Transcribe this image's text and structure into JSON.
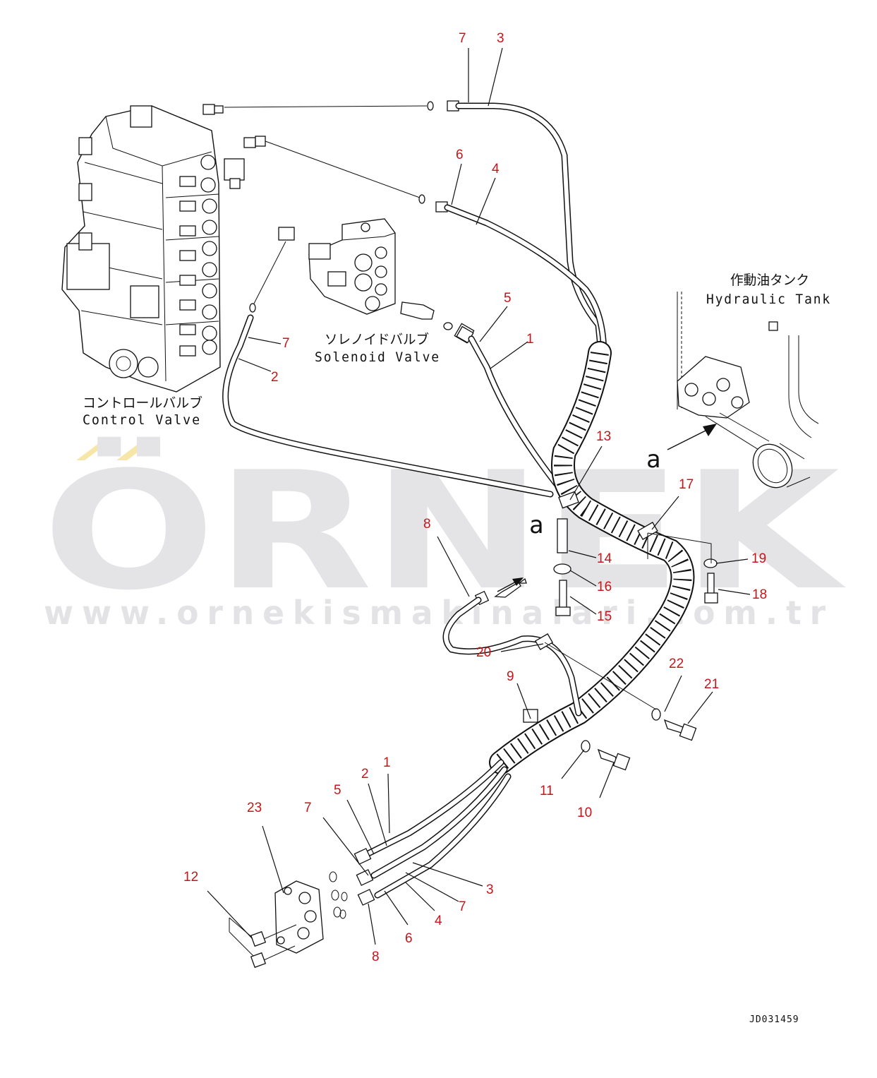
{
  "watermark": {
    "logo": "ÖRNEK",
    "url": "www.ornekismakinalari.com.tr",
    "accent_color": "#f6e7a8",
    "text_color": "#e4e3e6"
  },
  "labels": {
    "control_valve_jp": "コントロールバルブ",
    "control_valve_en": "Control Valve",
    "solenoid_valve_jp": "ソレノイドバルブ",
    "solenoid_valve_en": "Solenoid Valve",
    "hydraulic_tank_jp": "作動油タンク",
    "hydraulic_tank_en": "Hydraulic Tank",
    "view_a_main": "a",
    "view_a_small": "a",
    "drawing_code": "JD031459"
  },
  "callout_color": "#c8141a",
  "callouts": [
    {
      "label": "7"
    },
    {
      "label": "3"
    },
    {
      "label": "6"
    },
    {
      "label": "4"
    },
    {
      "label": "5"
    },
    {
      "label": "1"
    },
    {
      "label": "7"
    },
    {
      "label": "2"
    },
    {
      "label": "13"
    },
    {
      "label": "17"
    },
    {
      "label": "8"
    },
    {
      "label": "14"
    },
    {
      "label": "16"
    },
    {
      "label": "15"
    },
    {
      "label": "19"
    },
    {
      "label": "18"
    },
    {
      "label": "20"
    },
    {
      "label": "22"
    },
    {
      "label": "21"
    },
    {
      "label": "9"
    },
    {
      "label": "11"
    },
    {
      "label": "10"
    },
    {
      "label": "1"
    },
    {
      "label": "2"
    },
    {
      "label": "5"
    },
    {
      "label": "7"
    },
    {
      "label": "23"
    },
    {
      "label": "12"
    },
    {
      "label": "3"
    },
    {
      "label": "7"
    },
    {
      "label": "4"
    },
    {
      "label": "6"
    },
    {
      "label": "8"
    }
  ]
}
